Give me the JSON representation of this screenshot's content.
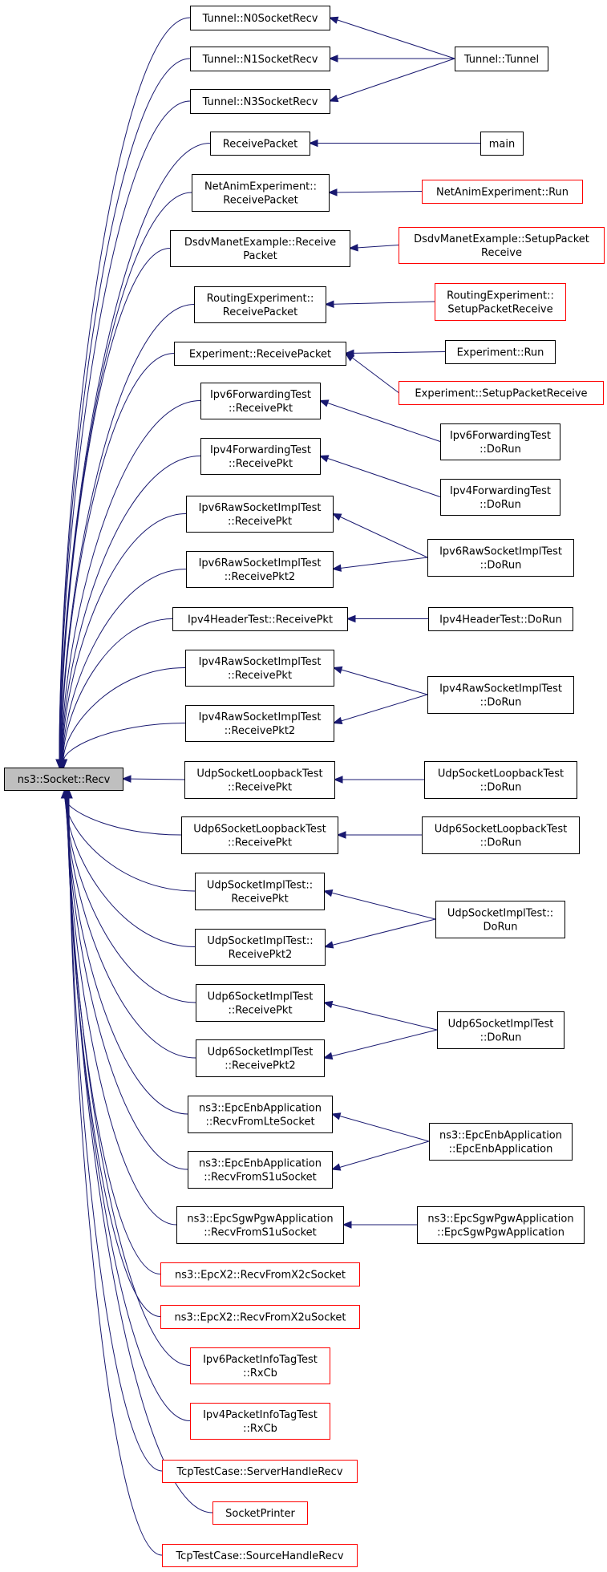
{
  "colors": {
    "edge": "#191970",
    "box_normal": "#000000",
    "box_external": "#ff0000",
    "root_fill": "#bfbfbf"
  },
  "root": {
    "id": "root",
    "lines": [
      "ns3::Socket::Recv"
    ]
  },
  "callers": [
    {
      "id": "n1",
      "lines": [
        "Tunnel::N0SocketRecv"
      ],
      "external": false
    },
    {
      "id": "n2",
      "lines": [
        "Tunnel::N1SocketRecv"
      ],
      "external": false
    },
    {
      "id": "n3",
      "lines": [
        "Tunnel::N3SocketRecv"
      ],
      "external": false
    },
    {
      "id": "n4",
      "lines": [
        "ReceivePacket"
      ],
      "external": false
    },
    {
      "id": "n5",
      "lines": [
        "NetAnimExperiment::",
        "ReceivePacket"
      ],
      "external": false
    },
    {
      "id": "n6",
      "lines": [
        "DsdvManetExample::Receive",
        "Packet"
      ],
      "external": false
    },
    {
      "id": "n7",
      "lines": [
        "RoutingExperiment::",
        "ReceivePacket"
      ],
      "external": false
    },
    {
      "id": "n8",
      "lines": [
        "Experiment::ReceivePacket"
      ],
      "external": false
    },
    {
      "id": "n9",
      "lines": [
        "Ipv6ForwardingTest",
        "::ReceivePkt"
      ],
      "external": false
    },
    {
      "id": "n10",
      "lines": [
        "Ipv4ForwardingTest",
        "::ReceivePkt"
      ],
      "external": false
    },
    {
      "id": "n11",
      "lines": [
        "Ipv6RawSocketImplTest",
        "::ReceivePkt"
      ],
      "external": false
    },
    {
      "id": "n12",
      "lines": [
        "Ipv6RawSocketImplTest",
        "::ReceivePkt2"
      ],
      "external": false
    },
    {
      "id": "n13",
      "lines": [
        "Ipv4HeaderTest::ReceivePkt"
      ],
      "external": false
    },
    {
      "id": "n14",
      "lines": [
        "Ipv4RawSocketImplTest",
        "::ReceivePkt"
      ],
      "external": false
    },
    {
      "id": "n15",
      "lines": [
        "Ipv4RawSocketImplTest",
        "::ReceivePkt2"
      ],
      "external": false
    },
    {
      "id": "n16",
      "lines": [
        "UdpSocketLoopbackTest",
        "::ReceivePkt"
      ],
      "external": false
    },
    {
      "id": "n17",
      "lines": [
        "Udp6SocketLoopbackTest",
        "::ReceivePkt"
      ],
      "external": false
    },
    {
      "id": "n18",
      "lines": [
        "UdpSocketImplTest::",
        "ReceivePkt"
      ],
      "external": false
    },
    {
      "id": "n19",
      "lines": [
        "UdpSocketImplTest::",
        "ReceivePkt2"
      ],
      "external": false
    },
    {
      "id": "n20",
      "lines": [
        "Udp6SocketImplTest",
        "::ReceivePkt"
      ],
      "external": false
    },
    {
      "id": "n21",
      "lines": [
        "Udp6SocketImplTest",
        "::ReceivePkt2"
      ],
      "external": false
    },
    {
      "id": "n22",
      "lines": [
        "ns3::EpcEnbApplication",
        "::RecvFromLteSocket"
      ],
      "external": false
    },
    {
      "id": "n23",
      "lines": [
        "ns3::EpcEnbApplication",
        "::RecvFromS1uSocket"
      ],
      "external": false
    },
    {
      "id": "n24",
      "lines": [
        "ns3::EpcSgwPgwApplication",
        "::RecvFromS1uSocket"
      ],
      "external": false
    },
    {
      "id": "n25",
      "lines": [
        "ns3::EpcX2::RecvFromX2cSocket"
      ],
      "external": true
    },
    {
      "id": "n26",
      "lines": [
        "ns3::EpcX2::RecvFromX2uSocket"
      ],
      "external": true
    },
    {
      "id": "n27",
      "lines": [
        "Ipv6PacketInfoTagTest",
        "::RxCb"
      ],
      "external": true
    },
    {
      "id": "n28",
      "lines": [
        "Ipv4PacketInfoTagTest",
        "::RxCb"
      ],
      "external": true
    },
    {
      "id": "n29",
      "lines": [
        "TcpTestCase::ServerHandleRecv"
      ],
      "external": true
    },
    {
      "id": "n30",
      "lines": [
        "SocketPrinter"
      ],
      "external": true
    },
    {
      "id": "n31",
      "lines": [
        "TcpTestCase::SourceHandleRecv"
      ],
      "external": true
    }
  ],
  "outer_callers": [
    {
      "id": "o1",
      "lines": [
        "Tunnel::Tunnel"
      ],
      "external": false,
      "calls": [
        "n1",
        "n2",
        "n3"
      ]
    },
    {
      "id": "o2",
      "lines": [
        "main"
      ],
      "external": false,
      "calls": [
        "n4"
      ]
    },
    {
      "id": "o3",
      "lines": [
        "NetAnimExperiment::Run"
      ],
      "external": true,
      "calls": [
        "n5"
      ]
    },
    {
      "id": "o4",
      "lines": [
        "DsdvManetExample::SetupPacket",
        "Receive"
      ],
      "external": true,
      "calls": [
        "n6"
      ]
    },
    {
      "id": "o5",
      "lines": [
        "RoutingExperiment::",
        "SetupPacketReceive"
      ],
      "external": true,
      "calls": [
        "n7"
      ]
    },
    {
      "id": "o6",
      "lines": [
        "Experiment::Run"
      ],
      "external": false,
      "calls": [
        "n8"
      ]
    },
    {
      "id": "o7",
      "lines": [
        "Experiment::SetupPacketReceive"
      ],
      "external": true,
      "calls": [
        "n8"
      ]
    },
    {
      "id": "o8",
      "lines": [
        "Ipv6ForwardingTest",
        "::DoRun"
      ],
      "external": false,
      "calls": [
        "n9"
      ]
    },
    {
      "id": "o9",
      "lines": [
        "Ipv4ForwardingTest",
        "::DoRun"
      ],
      "external": false,
      "calls": [
        "n10"
      ]
    },
    {
      "id": "o10",
      "lines": [
        "Ipv6RawSocketImplTest",
        "::DoRun"
      ],
      "external": false,
      "calls": [
        "n11",
        "n12"
      ]
    },
    {
      "id": "o11",
      "lines": [
        "Ipv4HeaderTest::DoRun"
      ],
      "external": false,
      "calls": [
        "n13"
      ]
    },
    {
      "id": "o12",
      "lines": [
        "Ipv4RawSocketImplTest",
        "::DoRun"
      ],
      "external": false,
      "calls": [
        "n14",
        "n15"
      ]
    },
    {
      "id": "o13",
      "lines": [
        "UdpSocketLoopbackTest",
        "::DoRun"
      ],
      "external": false,
      "calls": [
        "n16"
      ]
    },
    {
      "id": "o14",
      "lines": [
        "Udp6SocketLoopbackTest",
        "::DoRun"
      ],
      "external": false,
      "calls": [
        "n17"
      ]
    },
    {
      "id": "o15",
      "lines": [
        "UdpSocketImplTest::",
        "DoRun"
      ],
      "external": false,
      "calls": [
        "n18",
        "n19"
      ]
    },
    {
      "id": "o16",
      "lines": [
        "Udp6SocketImplTest",
        "::DoRun"
      ],
      "external": false,
      "calls": [
        "n20",
        "n21"
      ]
    },
    {
      "id": "o17",
      "lines": [
        "ns3::EpcEnbApplication",
        "::EpcEnbApplication"
      ],
      "external": false,
      "calls": [
        "n22",
        "n23"
      ]
    },
    {
      "id": "o18",
      "lines": [
        "ns3::EpcSgwPgwApplication",
        "::EpcSgwPgwApplication"
      ],
      "external": false,
      "calls": [
        "n24"
      ]
    }
  ]
}
